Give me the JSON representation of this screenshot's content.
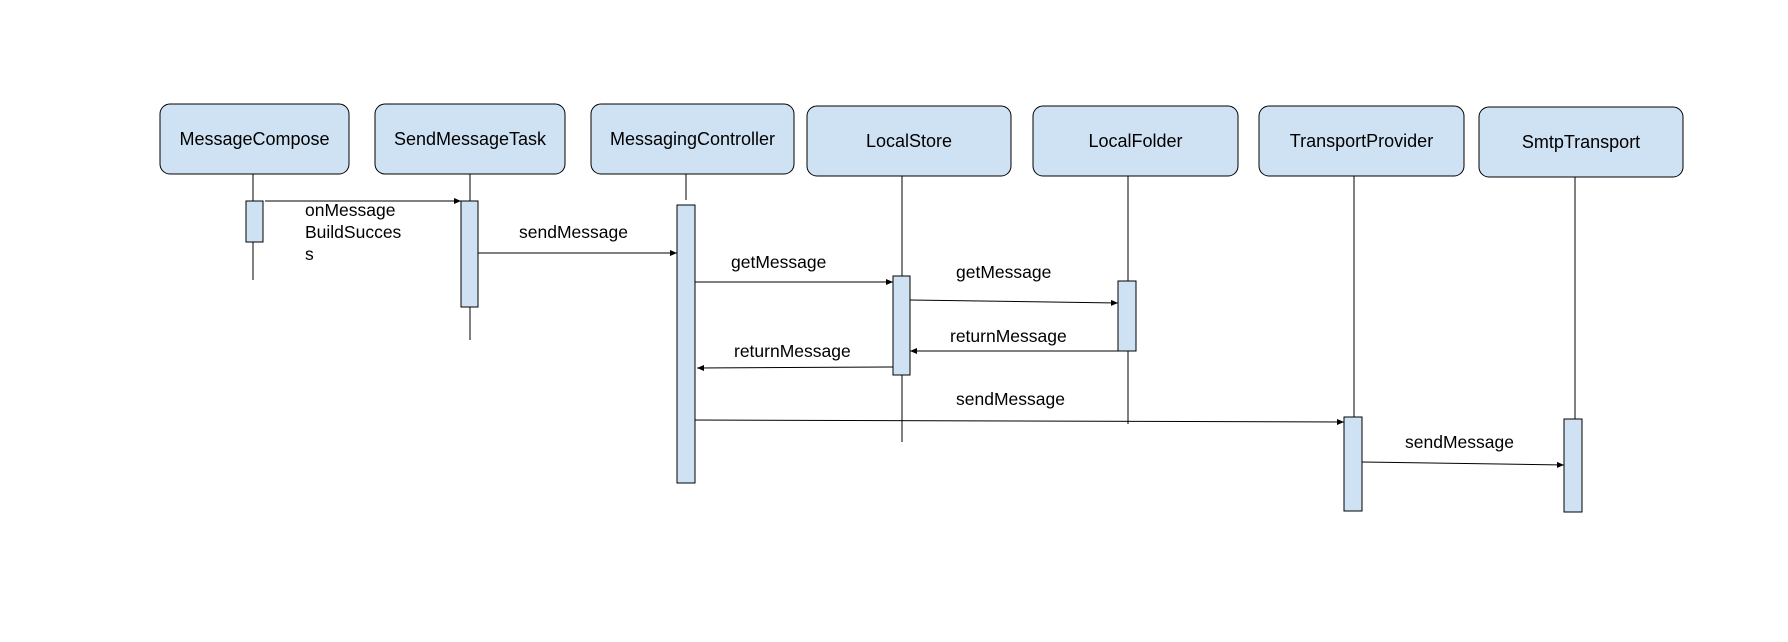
{
  "colors": {
    "box_fill": "#cfe2f3",
    "stroke": "#000000",
    "background": "#ffffff"
  },
  "participants": [
    {
      "name": "MessageCompose"
    },
    {
      "name": "SendMessageTask"
    },
    {
      "name": "MessagingController"
    },
    {
      "name": "LocalStore"
    },
    {
      "name": "LocalFolder"
    },
    {
      "name": "TransportProvider"
    },
    {
      "name": "SmtpTransport"
    }
  ],
  "messages": [
    {
      "from": "MessageCompose",
      "to": "SendMessageTask",
      "lines": [
        "onMessage",
        "BuildSucces",
        "s"
      ]
    },
    {
      "from": "SendMessageTask",
      "to": "MessagingController",
      "lines": [
        "sendMessage"
      ]
    },
    {
      "from": "MessagingController",
      "to": "LocalStore",
      "lines": [
        "getMessage"
      ]
    },
    {
      "from": "LocalStore",
      "to": "LocalFolder",
      "lines": [
        "getMessage"
      ]
    },
    {
      "from": "LocalFolder",
      "to": "LocalStore",
      "lines": [
        "returnMessage"
      ]
    },
    {
      "from": "LocalStore",
      "to": "MessagingController",
      "lines": [
        "returnMessage"
      ]
    },
    {
      "from": "MessagingController",
      "to": "TransportProvider",
      "lines": [
        "sendMessage"
      ]
    },
    {
      "from": "TransportProvider",
      "to": "SmtpTransport",
      "lines": [
        "sendMessage"
      ]
    }
  ]
}
